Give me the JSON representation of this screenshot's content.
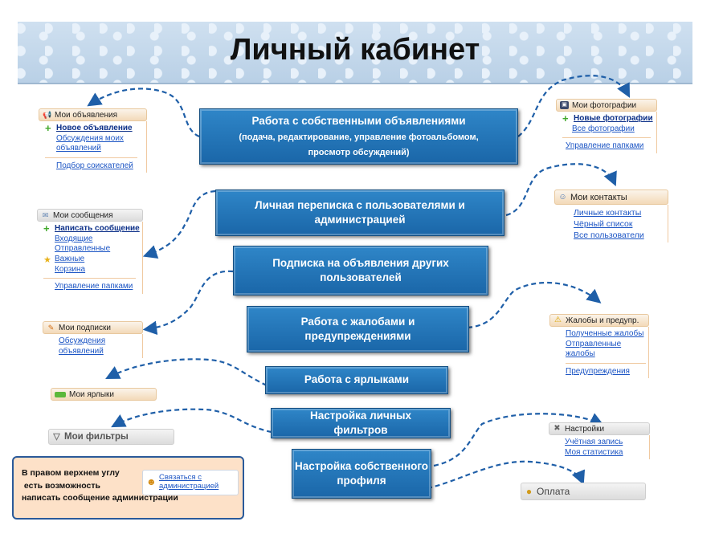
{
  "title": "Личный кабинет",
  "center_boxes": [
    {
      "line1": "Работа с собственными объявлениями",
      "line2": "(подача, редактирование, управление фотоальбомом,",
      "line3": "просмотр обсуждений)"
    },
    {
      "line1": "Личная переписка с пользователями и",
      "line2": "администрацией"
    },
    {
      "line1": "Подписка на объявления других",
      "line2": "пользователей"
    },
    {
      "line1": "Работа с жалобами и",
      "line2": "предупреждениями"
    },
    {
      "line1": "Работа с ярлыками"
    },
    {
      "line1": "Настройка личных",
      "line2": "фильтров"
    },
    {
      "line1": "Настройка собственного",
      "line2": "профиля"
    }
  ],
  "panels": {
    "my_ads": {
      "title": "Мои объявления",
      "new": "Новое объявление",
      "disc1": "Обсуждения моих",
      "disc2": "объявлений",
      "search": "Подбор соискателей"
    },
    "my_messages": {
      "title": "Мои сообщения",
      "write": "Написать сообщение",
      "inbox": "Входящие",
      "sent": "Отправленные",
      "important": "Важные",
      "trash": "Корзина",
      "folders": "Управление папками"
    },
    "my_subs": {
      "title": "Мои подписки",
      "disc1": "Обсуждения",
      "disc2": "объявлений"
    },
    "my_labels": {
      "title": "Мои ярлыки"
    },
    "my_filters": {
      "title": "Мои фильтры"
    },
    "my_photos": {
      "title": "Мои фотографии",
      "new": "Новые фотографии",
      "all": "Все фотографии",
      "folders": "Управление папками"
    },
    "my_contacts": {
      "title": "Мои контакты",
      "personal": "Личные контакты",
      "black": "Чёрный список",
      "all": "Все пользователи"
    },
    "complaints": {
      "title": "Жалобы и предупр.",
      "received": "Полученные жалобы",
      "sent": "Отправленные жалобы",
      "warnings": "Предупреждения"
    },
    "settings": {
      "title": "Настройки",
      "account": "Учётная запись",
      "stats": "Моя статистика"
    },
    "payment": {
      "title": "Оплата"
    }
  },
  "note": {
    "text": "В правом верхнем углу\n есть возможность\nнаписать сообщение администрации",
    "contact1": "Связаться с",
    "contact2": "администрацией"
  },
  "colors": {
    "box_blue": "#1f73b7",
    "link": "#1c55c4",
    "arrow": "#1f5fa8",
    "panel_header": "#f3d9b8"
  }
}
